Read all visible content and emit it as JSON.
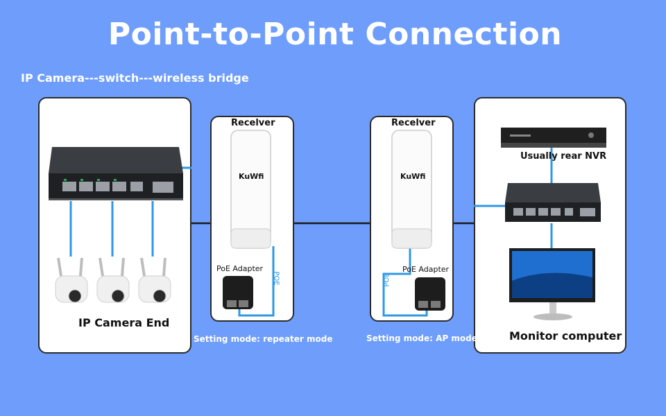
{
  "title": "Point-to-Point Connection",
  "subtitle": "IP Camera---switch---wireless bridge",
  "left": {
    "end_label": "IP Camera End",
    "receiver_label": "Recelver",
    "device_brand": "KuWfi",
    "poe_adapter_label": "PoE Adapter",
    "poe_cable_label": "POE",
    "mode_label": "Setting mode: repeater mode"
  },
  "right": {
    "receiver_label": "Recelver",
    "device_brand": "KuWfi",
    "poe_adapter_label": "PoE Adapter",
    "poe_cable_label": "POE",
    "mode_label": "Setting mode: AP mode",
    "nvr_label": "Usually rear NVR",
    "end_label": "Monitor computer"
  },
  "colors": {
    "background": "#6e9dfb",
    "cable_blue": "#2f97e6",
    "cable_black": "#1a1a1a"
  }
}
